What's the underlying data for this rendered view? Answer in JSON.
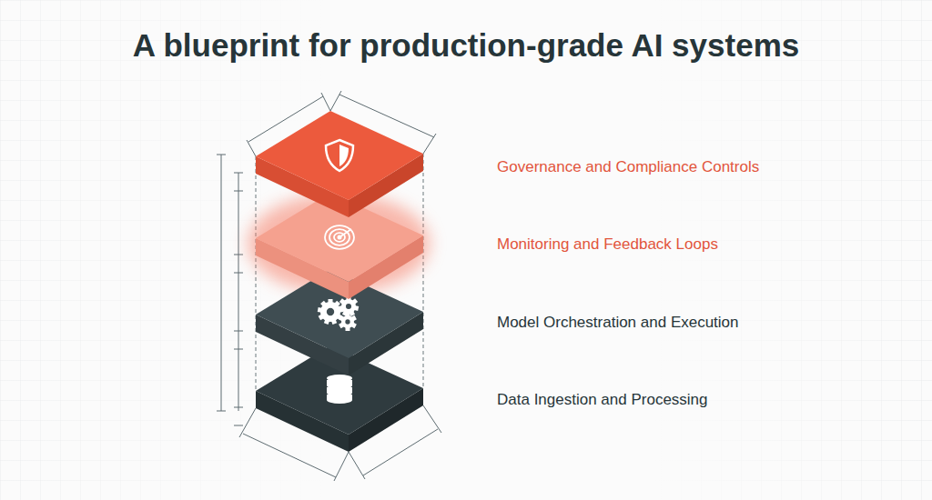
{
  "diagram": {
    "title": "A blueprint for production-grade AI systems",
    "nodes": [
      {
        "text": [
          "Governance and Compliance Controls"
        ]
      },
      {
        "text": [
          "Monitoring and Feedback Loops"
        ]
      },
      {
        "text": [
          "Model Orchestration and Execution"
        ]
      },
      {
        "text": [
          "Data Ingestion and Processing"
        ]
      }
    ]
  }
}
